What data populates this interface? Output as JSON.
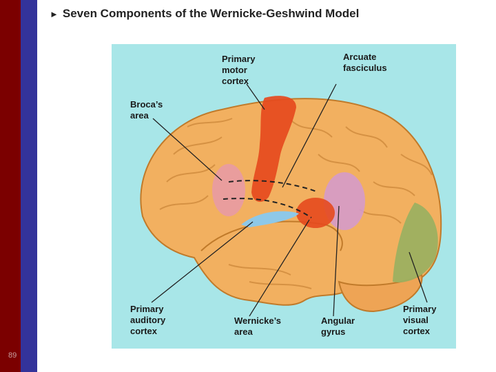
{
  "slide": {
    "title": "Seven Components of the Wernicke-Geshwind Model",
    "page_number": "89"
  },
  "labels": {
    "primary_motor_cortex": "Primary\nmotor\ncortex",
    "arcuate_fasciculus": "Arcuate\nfasciculus",
    "brocas_area": "Broca’s\narea",
    "primary_auditory_cortex": "Primary\nauditory\ncortex",
    "wernickes_area": "Wernicke’s\narea",
    "angular_gyrus": "Angular\ngyrus",
    "primary_visual_cortex": "Primary\nvisual\ncortex"
  },
  "colors": {
    "left_bar": "#7b0000",
    "blue_bar": "#33339a",
    "panel_bg": "#a8e6e8",
    "brain": "#f2b060",
    "motor_cortex": "#e64a1e",
    "broca": "#e89aa8",
    "wernicke": "#e64a1e",
    "auditory": "#8ec8e8",
    "angular": "#d49ad0",
    "visual": "#9cb060"
  }
}
